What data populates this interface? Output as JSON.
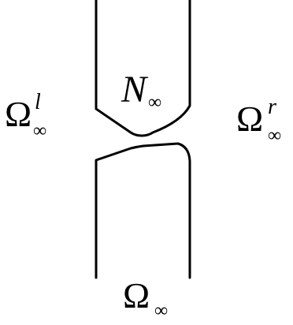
{
  "labels": {
    "neck": {
      "symbol": "N",
      "subscript": "∞"
    },
    "left_domain": {
      "symbol": "Ω",
      "superscript": "l",
      "subscript": "∞"
    },
    "right_domain": {
      "symbol": "Ω",
      "superscript": "r",
      "subscript": "∞"
    },
    "bottom_domain": {
      "symbol": "Ω",
      "subscript": "∞"
    }
  },
  "colors": {
    "stroke": "#000000",
    "background": "#ffffff"
  }
}
